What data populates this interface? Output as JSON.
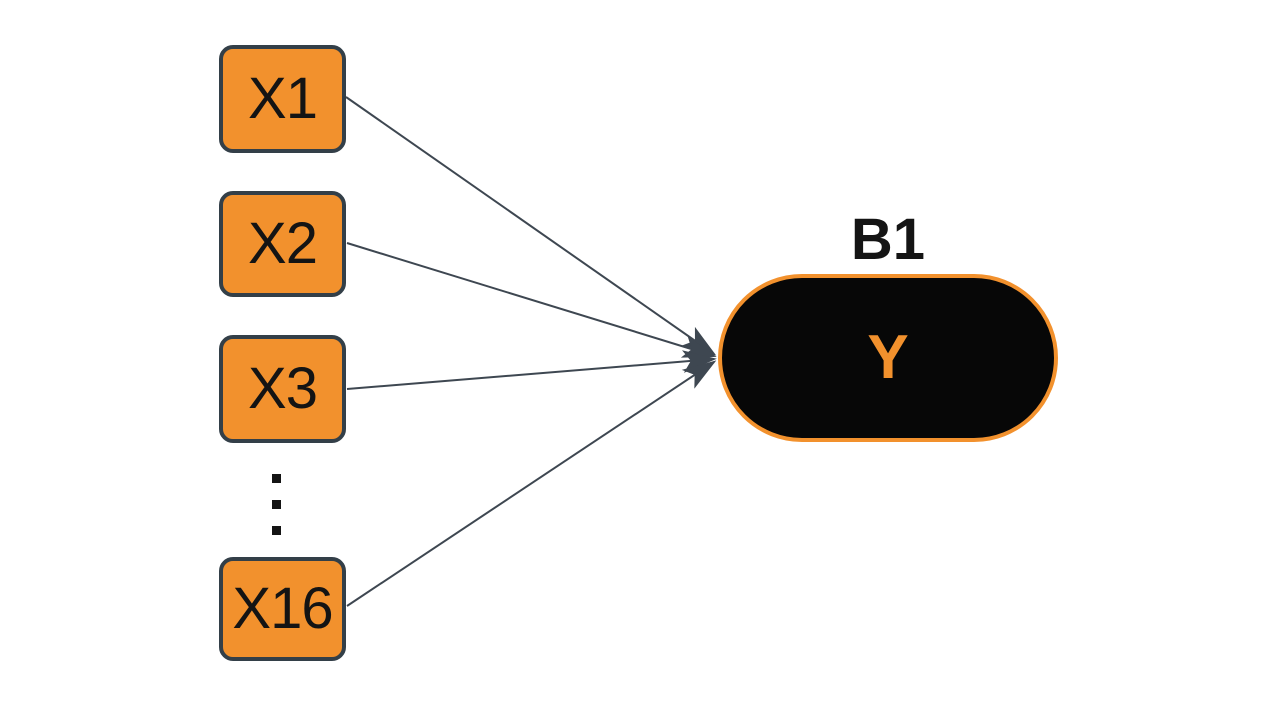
{
  "diagram": {
    "description": "Node-link diagram of multiple inputs feeding one output",
    "inputs": [
      {
        "id": "X1",
        "label": "X1"
      },
      {
        "id": "X2",
        "label": "X2"
      },
      {
        "id": "X3",
        "label": "X3"
      },
      {
        "id": "X16",
        "label": "X16"
      }
    ],
    "ellipsis": "⋮",
    "output": {
      "id": "Y",
      "label": "Y",
      "tag": "B1"
    },
    "edges": [
      {
        "from": "X1",
        "to": "Y"
      },
      {
        "from": "X2",
        "to": "Y"
      },
      {
        "from": "X3",
        "to": "Y"
      },
      {
        "from": "X16",
        "to": "Y"
      }
    ],
    "colors": {
      "background": "#ffffff",
      "node_fill": "#F2912D",
      "node_border": "#333F48",
      "node_text": "#141414",
      "edge": "#3E4751",
      "output_fill": "#070707",
      "output_border": "#F2912D",
      "output_text": "#F2912D",
      "label_text": "#141414"
    }
  }
}
